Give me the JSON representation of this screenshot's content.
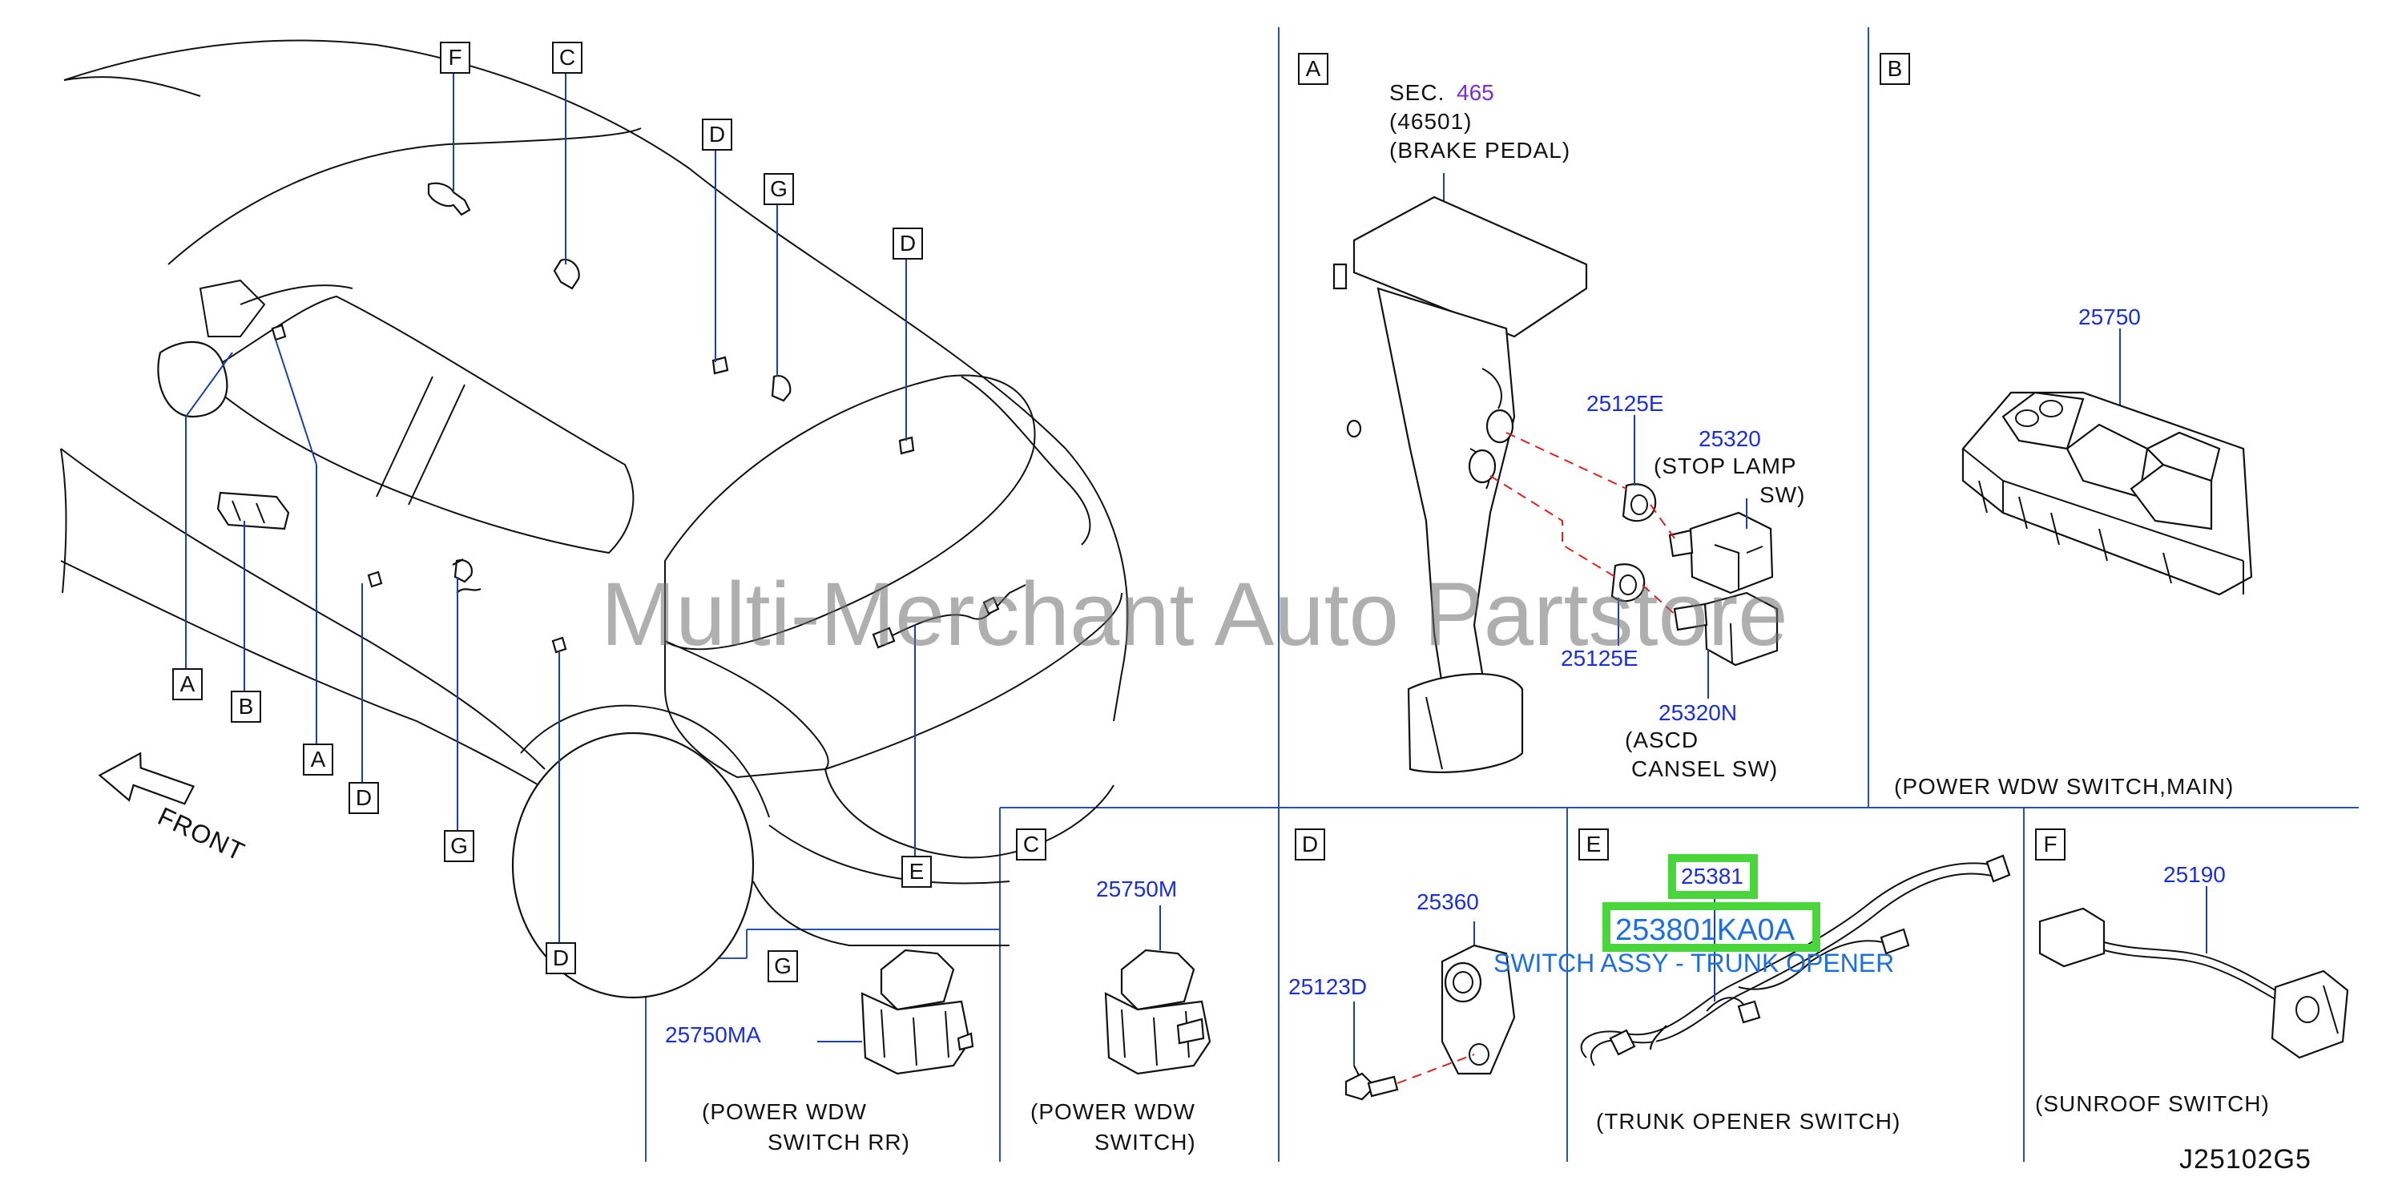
{
  "overview": {
    "callouts": [
      "F",
      "C",
      "D",
      "G",
      "D",
      "D",
      "A",
      "B",
      "A",
      "D",
      "G",
      "D",
      "E"
    ],
    "front_label": "FRONT"
  },
  "panels": {
    "A": {
      "letter": "A",
      "sec_label": "SEC.",
      "sec_number": "465",
      "sec_part": "(46501)",
      "sec_name": "(BRAKE   PEDAL)",
      "grommet_top": "25125E",
      "grommet_bottom": "25125E",
      "stop_lamp_number": "25320",
      "stop_lamp_name_1": "(STOP   LAMP",
      "stop_lamp_name_2": "SW)",
      "ascd_number": "25320N",
      "ascd_name_1": "(ASCD",
      "ascd_name_2": "CANSEL   SW)"
    },
    "B": {
      "letter": "B",
      "number": "25750",
      "caption": "(POWER   WDW   SWITCH,MAIN)"
    },
    "C": {
      "letter": "C",
      "number": "25750M",
      "caption_1": "(POWER   WDW",
      "caption_2": "SWITCH)"
    },
    "D": {
      "letter": "D",
      "number_switch": "25360",
      "number_pin": "25123D"
    },
    "E": {
      "letter": "E",
      "number": "25381",
      "highlight_part_number": "253801KA0A",
      "highlight_description": "SWITCH ASSY - TRUNK OPENER",
      "caption": "(TRUNK   OPENER   SWITCH)"
    },
    "F": {
      "letter": "F",
      "number": "25190",
      "caption": "(SUNROOF   SWITCH)"
    },
    "G": {
      "letter": "G",
      "number": "25750MA",
      "caption_1": "(POWER   WDW",
      "caption_2": "SWITCH   RR)"
    }
  },
  "watermark": "Multi-Merchant Auto Partstore",
  "diagram_code": "J25102G5",
  "colors": {
    "part_number": "#1b2fd6",
    "section_ref": "#7a2bd6",
    "highlight_border": "#49d63a",
    "highlight_text": "#1d6fe0",
    "divider": "#2b4fb0",
    "dashed_guide": "#e0201c"
  }
}
